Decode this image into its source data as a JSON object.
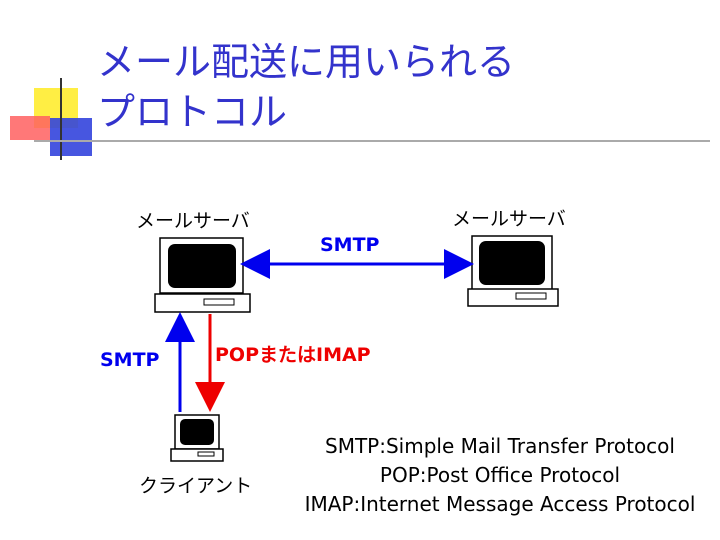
{
  "title": {
    "line1": "メール配送に用いられる",
    "line2": "プロトコル"
  },
  "nodes": {
    "left_server": "メールサーバ",
    "right_server": "メールサーバ",
    "client": "クライアント"
  },
  "links": {
    "server_to_server": "SMTP",
    "client_to_server": "SMTP",
    "server_to_client": "POPまたはIMAP"
  },
  "definitions": [
    "SMTP:Simple Mail Transfer Protocol",
    "POP:Post Office Protocol",
    "IMAP:Internet Message Access Protocol"
  ],
  "colors": {
    "title": "#3333cc",
    "smtp_arrow": "#0000ee",
    "pop_arrow": "#ee0000",
    "accent_yellow": "#ffee44",
    "accent_red": "#ff5050",
    "accent_blue": "#3344dd"
  }
}
